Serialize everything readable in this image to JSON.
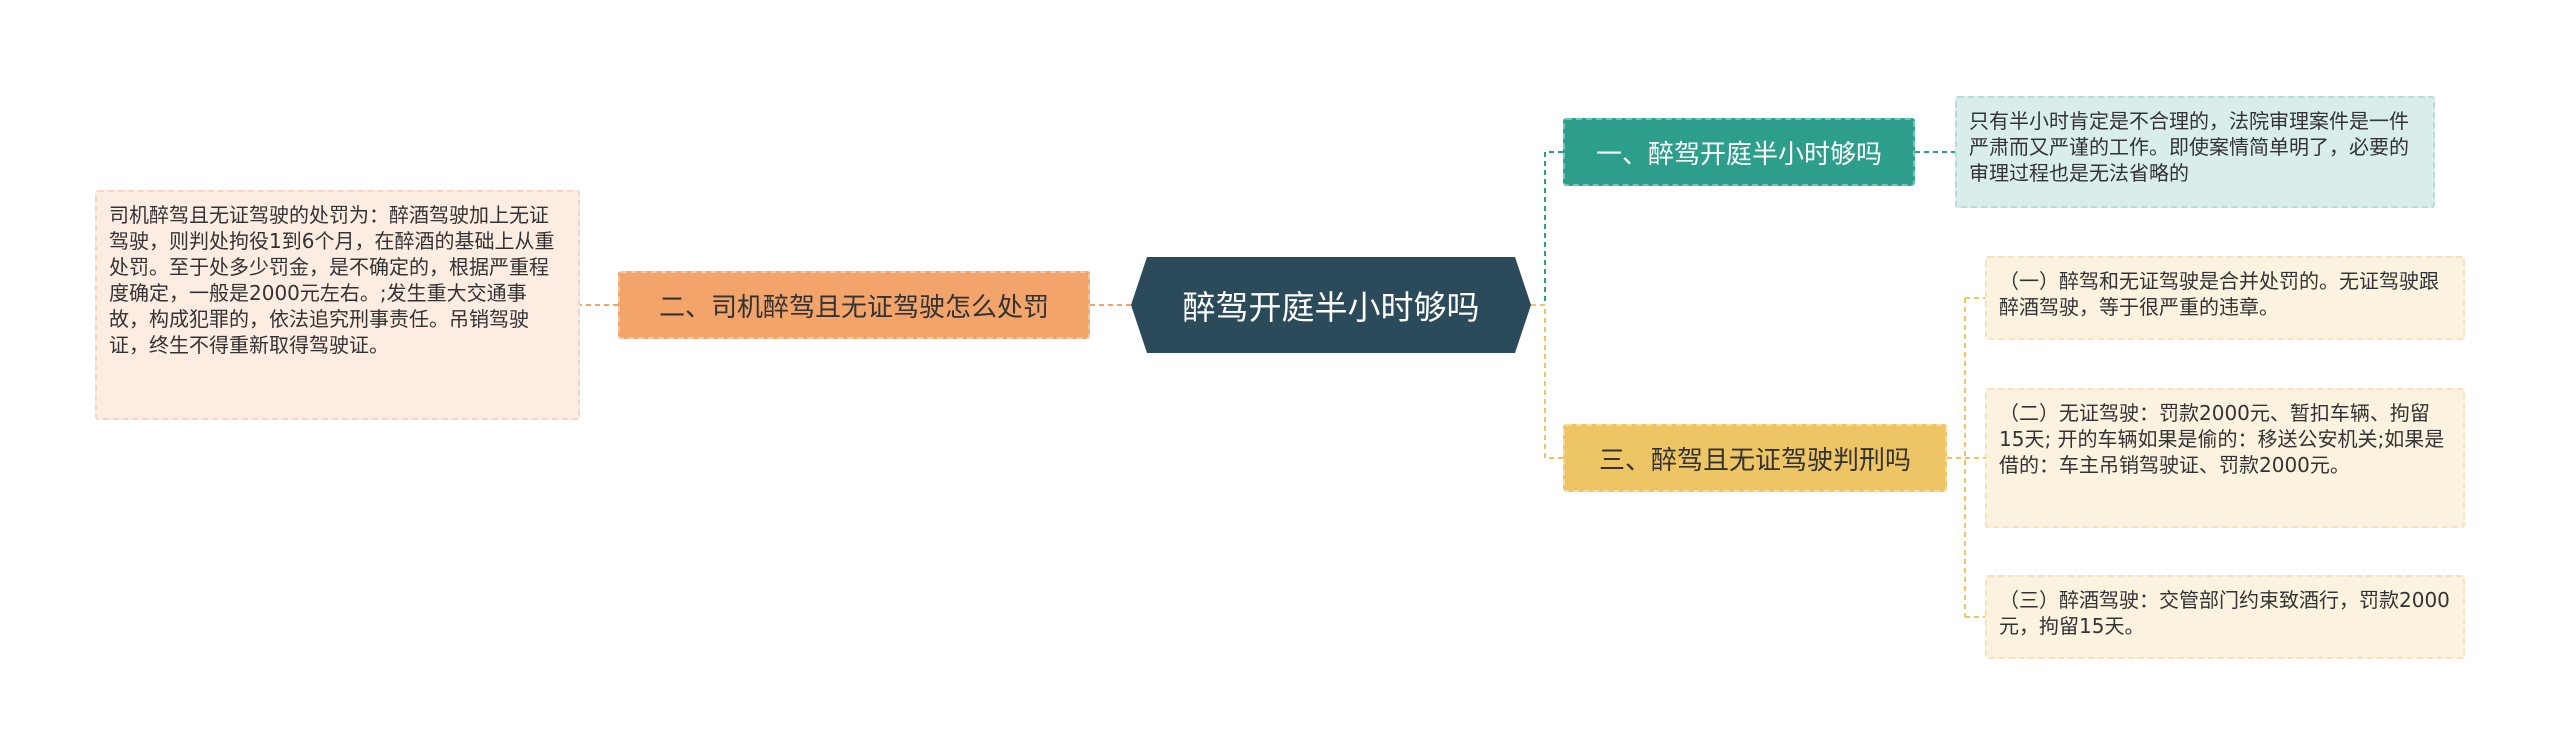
{
  "root": {
    "label": "醉驾开庭半小时够吗"
  },
  "branches": [
    {
      "label": "一、醉驾开庭半小时够吗",
      "color": "#2e9e8c",
      "children": [
        "只有半小时肯定是不合理的，法院审理案件是一件严肃而又严谨的工作。即使案情简单明了，必要的审理过程也是无法省略的"
      ]
    },
    {
      "label": "二、司机醉驾且无证驾驶怎么处罚",
      "color": "#f3a46b",
      "children": [
        "司机醉驾且无证驾驶的处罚为：醉酒驾驶加上无证驾驶，则判处拘役1到6个月，在醉酒的基础上从重处罚。至于处多少罚金，是不确定的，根据严重程度确定，一般是2000元左右。;发生重大交通事故，构成犯罪的，依法追究刑事责任。吊销驾驶证，终生不得重新取得驾驶证。"
      ]
    },
    {
      "label": "三、醉驾且无证驾驶判刑吗",
      "color": "#eec565",
      "children": [
        "（一）醉驾和无证驾驶是合并处罚的。无证驾驶跟醉酒驾驶，等于很严重的违章。",
        "（二）无证驾驶：罚款2000元、暂扣车辆、拘留15天; 开的车辆如果是偷的：移送公安机关;如果是借的：车主吊销驾驶证、罚款2000元。",
        "（三）醉酒驾驶：交管部门约束致酒行，罚款2000元，拘留15天。"
      ]
    }
  ]
}
